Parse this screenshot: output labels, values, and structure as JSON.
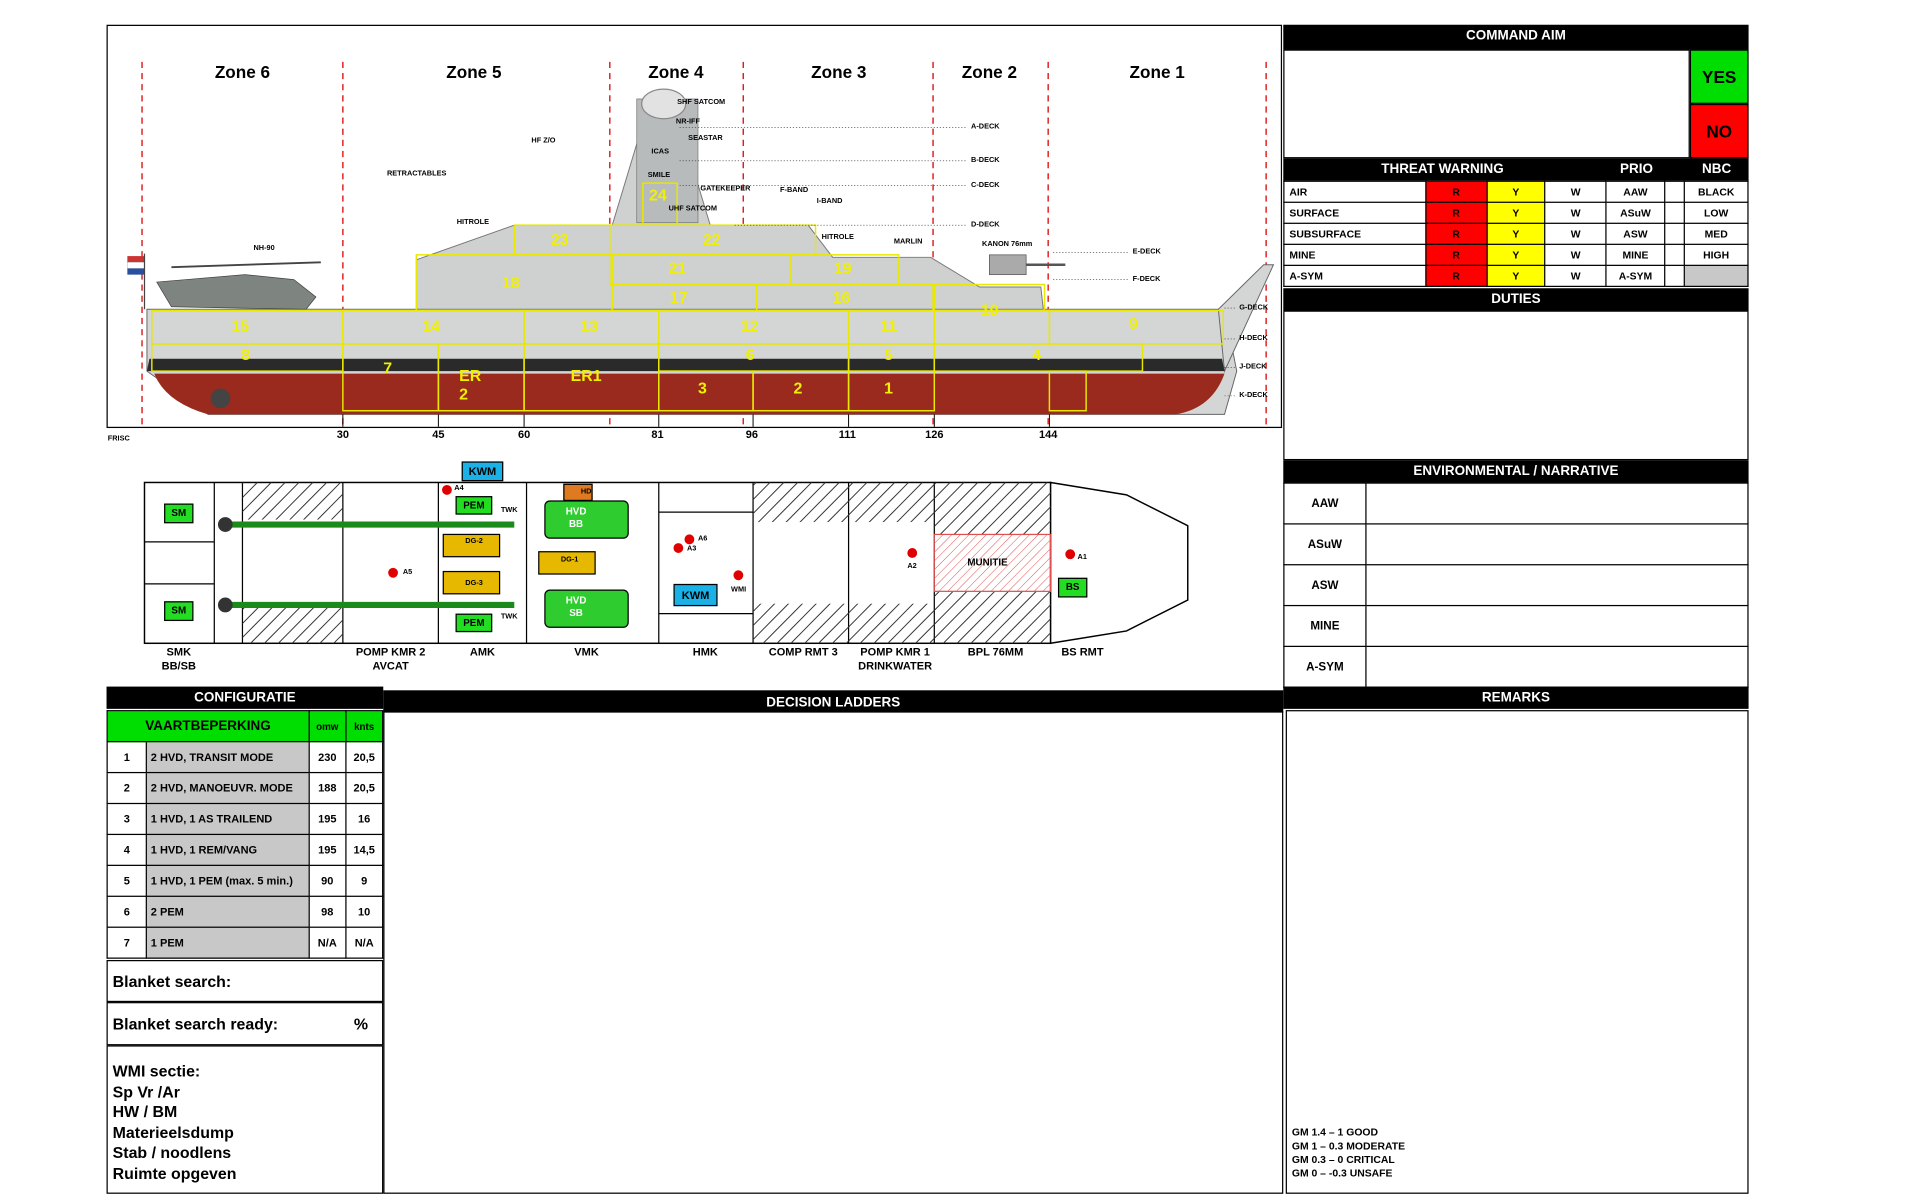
{
  "zones": [
    "Zone 6",
    "Zone 5",
    "Zone 4",
    "Zone 3",
    "Zone 2",
    "Zone 1"
  ],
  "decks": [
    "A-DECK",
    "B-DECK",
    "C-DECK",
    "D-DECK",
    "E-DECK",
    "F-DECK",
    "G-DECK",
    "H-DECK",
    "J-DECK",
    "K-DECK"
  ],
  "frames": [
    "30",
    "45",
    "60",
    "81",
    "96",
    "111",
    "126",
    "144"
  ],
  "compartment_numbers": [
    "1",
    "2",
    "3",
    "4",
    "5",
    "6",
    "7",
    "8",
    "9",
    "10",
    "11",
    "12",
    "13",
    "14",
    "15",
    "16",
    "17",
    "18",
    "19",
    "21",
    "22",
    "23",
    "24",
    "ER 2",
    "ER1"
  ],
  "ship_labels": {
    "shf_satcom": "SHF SATCOM",
    "nr_iff": "NR-IFF",
    "seastar": "SEASTAR",
    "icas": "ICAS",
    "smile": "SMILE",
    "gatekeeper": "GATEKEEPER",
    "uhf_satcom": "UHF SATCOM",
    "hf_zo": "HF Z/O",
    "retractables": "RETRACTABLES",
    "hitrole1": "HITROLE",
    "hitrole2": "HITROLE",
    "f_band": "F-BAND",
    "i_band": "I-BAND",
    "marlin": "MARLIN",
    "kanon": "KANON 76mm",
    "nh90": "NH-90",
    "frisc": "FRISC"
  },
  "plan": {
    "sm_top": "SM",
    "sm_bottom": "SM",
    "kwm_top": "KWM",
    "kwm_hmk": "KWM",
    "pem_top": "PEM",
    "pem_bottom": "PEM",
    "twk_top": "TWK",
    "twk_bottom": "TWK",
    "dg2": "DG-2",
    "dg3": "DG-3",
    "dg1": "DG-1",
    "hvd_bb": "HVD\nBB",
    "hvd_sb": "HVD\nSB",
    "hd": "HD",
    "munitie": "MUNITIE",
    "bs": "BS",
    "wmi": "WMI",
    "a1": "A1",
    "a2": "A2",
    "a3": "A3",
    "a4": "A4",
    "a5": "A5",
    "a6": "A6"
  },
  "compartments": [
    {
      "name": "SMK",
      "sub": "BB/SB"
    },
    {
      "name": "POMP KMR 2",
      "sub": "AVCAT"
    },
    {
      "name": "AMK",
      "sub": ""
    },
    {
      "name": "VMK",
      "sub": ""
    },
    {
      "name": "HMK",
      "sub": ""
    },
    {
      "name": "COMP RMT 3",
      "sub": ""
    },
    {
      "name": "POMP KMR 1",
      "sub": "DRINKWATER"
    },
    {
      "name": "BPL 76MM",
      "sub": ""
    },
    {
      "name": "BS RMT",
      "sub": ""
    }
  ],
  "command_aim": {
    "title": "COMMAND AIM",
    "yes": "YES",
    "no": "NO"
  },
  "threat": {
    "title": "THREAT  WARNING",
    "prio": "PRIO",
    "nbc": "NBC",
    "rows": [
      {
        "name": "AIR",
        "r": "R",
        "y": "Y",
        "w": "W",
        "prio": "AAW",
        "nbc": "BLACK"
      },
      {
        "name": "SURFACE",
        "r": "R",
        "y": "Y",
        "w": "W",
        "prio": "ASuW",
        "nbc": "LOW"
      },
      {
        "name": "SUBSURFACE",
        "r": "R",
        "y": "Y",
        "w": "W",
        "prio": "ASW",
        "nbc": "MED"
      },
      {
        "name": "MINE",
        "r": "R",
        "y": "Y",
        "w": "W",
        "prio": "MINE",
        "nbc": "HIGH"
      },
      {
        "name": "A-SYM",
        "r": "R",
        "y": "Y",
        "w": "W",
        "prio": "A-SYM",
        "nbc": ""
      }
    ]
  },
  "duties": {
    "title": "DUTIES"
  },
  "environmental": {
    "title": "ENVIRONMENTAL / NARRATIVE",
    "rows": [
      "AAW",
      "ASuW",
      "ASW",
      "MINE",
      "A-SYM"
    ]
  },
  "configuratie": {
    "title": "CONFIGURATIE",
    "col1": "VAARTBEPERKING",
    "col2": "omw",
    "col3": "knts",
    "rows": [
      {
        "n": "1",
        "mode": "2 HVD, TRANSIT MODE",
        "omw": "230",
        "knts": "20,5"
      },
      {
        "n": "2",
        "mode": "2 HVD, MANOEUVR. MODE",
        "omw": "188",
        "knts": "20,5"
      },
      {
        "n": "3",
        "mode": "1 HVD, 1 AS TRAILEND",
        "omw": "195",
        "knts": "16"
      },
      {
        "n": "4",
        "mode": "1 HVD, 1 REM/VANG",
        "omw": "195",
        "knts": "14,5"
      },
      {
        "n": "5",
        "mode": "1 HVD, 1 PEM (max. 5 min.)",
        "omw": "90",
        "knts": "9"
      },
      {
        "n": "6",
        "mode": "2 PEM",
        "omw": "98",
        "knts": "10"
      },
      {
        "n": "7",
        "mode": "1 PEM",
        "omw": "N/A",
        "knts": "N/A"
      }
    ],
    "blanket_search": "Blanket search:",
    "blanket_ready": "Blanket search ready:",
    "percent": "%",
    "wmi_lines": [
      "WMI sectie:",
      "Sp Vr /Ar",
      "HW / BM",
      "Materieelsdump",
      "Stab / noodlens",
      "Ruimte opgeven"
    ]
  },
  "decision_ladders": {
    "title": "DECISION LADDERS"
  },
  "remarks": {
    "title": "REMARKS",
    "gm": [
      "GM 1.4 – 1 GOOD",
      "GM 1 – 0.3 MODERATE",
      "GM 0.3 – 0 CRITICAL",
      "GM 0 – -0.3 UNSAFE"
    ]
  },
  "colors": {
    "green": "#00dd00",
    "red": "#ff0000",
    "yellow": "#ffff00",
    "cyan": "#1ab2e6",
    "hull_red": "#9a2a1e",
    "hull_grey": "#cfd1d0",
    "compartment_line": "#e8e800"
  }
}
